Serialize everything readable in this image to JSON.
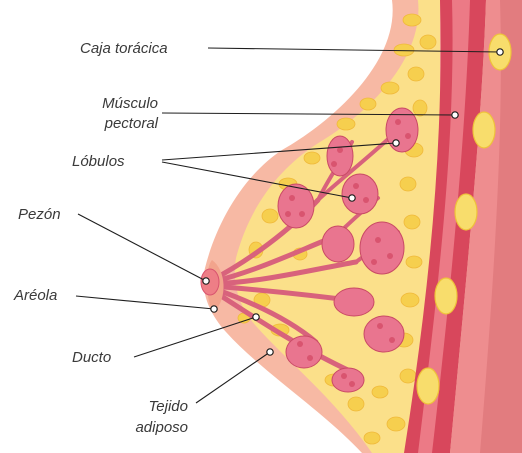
{
  "diagram": {
    "colors": {
      "skin": "#f7b9a4",
      "skin_edge": "#f2a48c",
      "fat": "#fbe08a",
      "fat_lobule": "#f6cf4e",
      "lobule": "#e9758f",
      "lobule_dark": "#d9546f",
      "duct": "#d8627c",
      "muscle": "#d8475c",
      "muscle_light": "#ec7a86",
      "rib_fill": "#f8dd6c",
      "nipple": "#ee7e86",
      "leader_line": "#1e1e1e"
    },
    "labels": {
      "caja_toracica": "Caja torácica",
      "musculo_line1": "Músculo",
      "musculo_line2": "pectoral",
      "lobulos": "Lóbulos",
      "pezon": "Pezón",
      "areola": "Aréola",
      "ducto": "Ducto",
      "tejido_line1": "Tejido",
      "tejido_line2": "adiposo"
    }
  }
}
